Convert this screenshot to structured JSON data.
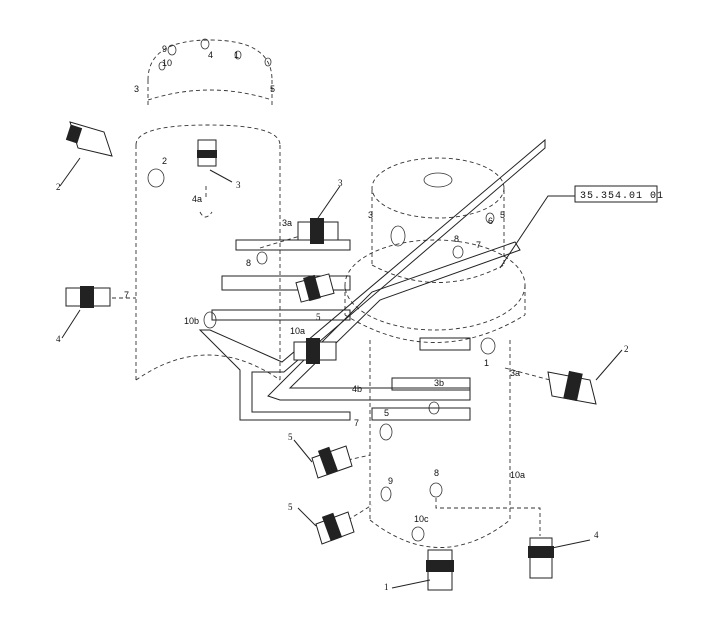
{
  "reference": "35.354.01 01",
  "upper_callouts": [
    "9",
    "10",
    "4",
    "1",
    "3",
    "5",
    "2",
    "4a",
    "3a",
    "8",
    "7",
    "10b",
    "10a"
  ],
  "lower_callouts": [
    "3",
    "5",
    "6",
    "8",
    "7",
    "1",
    "3a",
    "3b",
    "4b",
    "5",
    "7",
    "8",
    "9",
    "10a",
    "10c"
  ],
  "fitting_labels": [
    "2",
    "3",
    "3",
    "4",
    "5",
    "2",
    "5",
    "5",
    "1",
    "4"
  ]
}
